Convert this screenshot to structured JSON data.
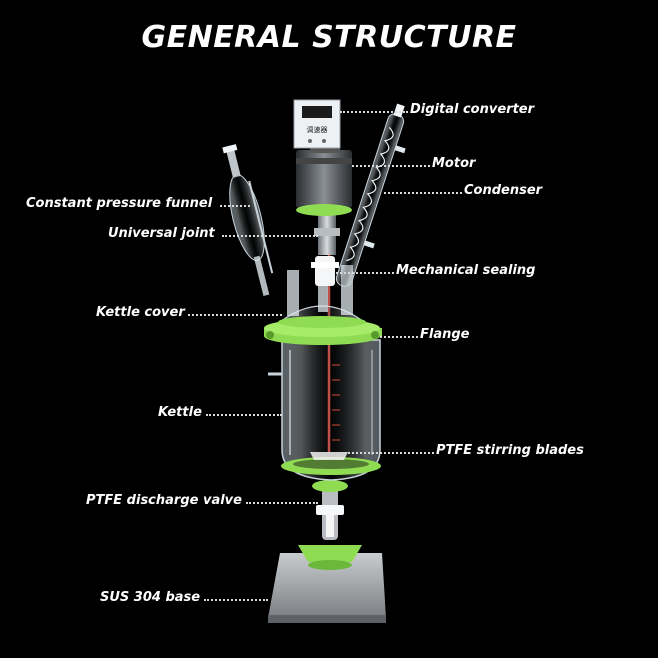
{
  "title": "GENERAL STRUCTURE",
  "labels": {
    "digital_converter": "Digital converter",
    "motor": "Motor",
    "condenser": "Condenser",
    "constant_pressure_funnel": "Constant pressure funnel",
    "universal_joint": "Universal joint",
    "mechanical_sealing": "Mechanical sealing",
    "kettle_cover": "Kettle cover",
    "flange": "Flange",
    "kettle": "Kettle",
    "ptfe_stirring_blades": "PTFE stirring blades",
    "ptfe_discharge_valve": "PTFE discharge valve",
    "sus_304_base": "SUS 304 base"
  },
  "panel_text": "调速器",
  "colors": {
    "background": "#000000",
    "label_text": "#ffffff",
    "flange_green": "#8fdc52",
    "glass": "#cfd8e0",
    "steel": "#9aa0a6"
  }
}
